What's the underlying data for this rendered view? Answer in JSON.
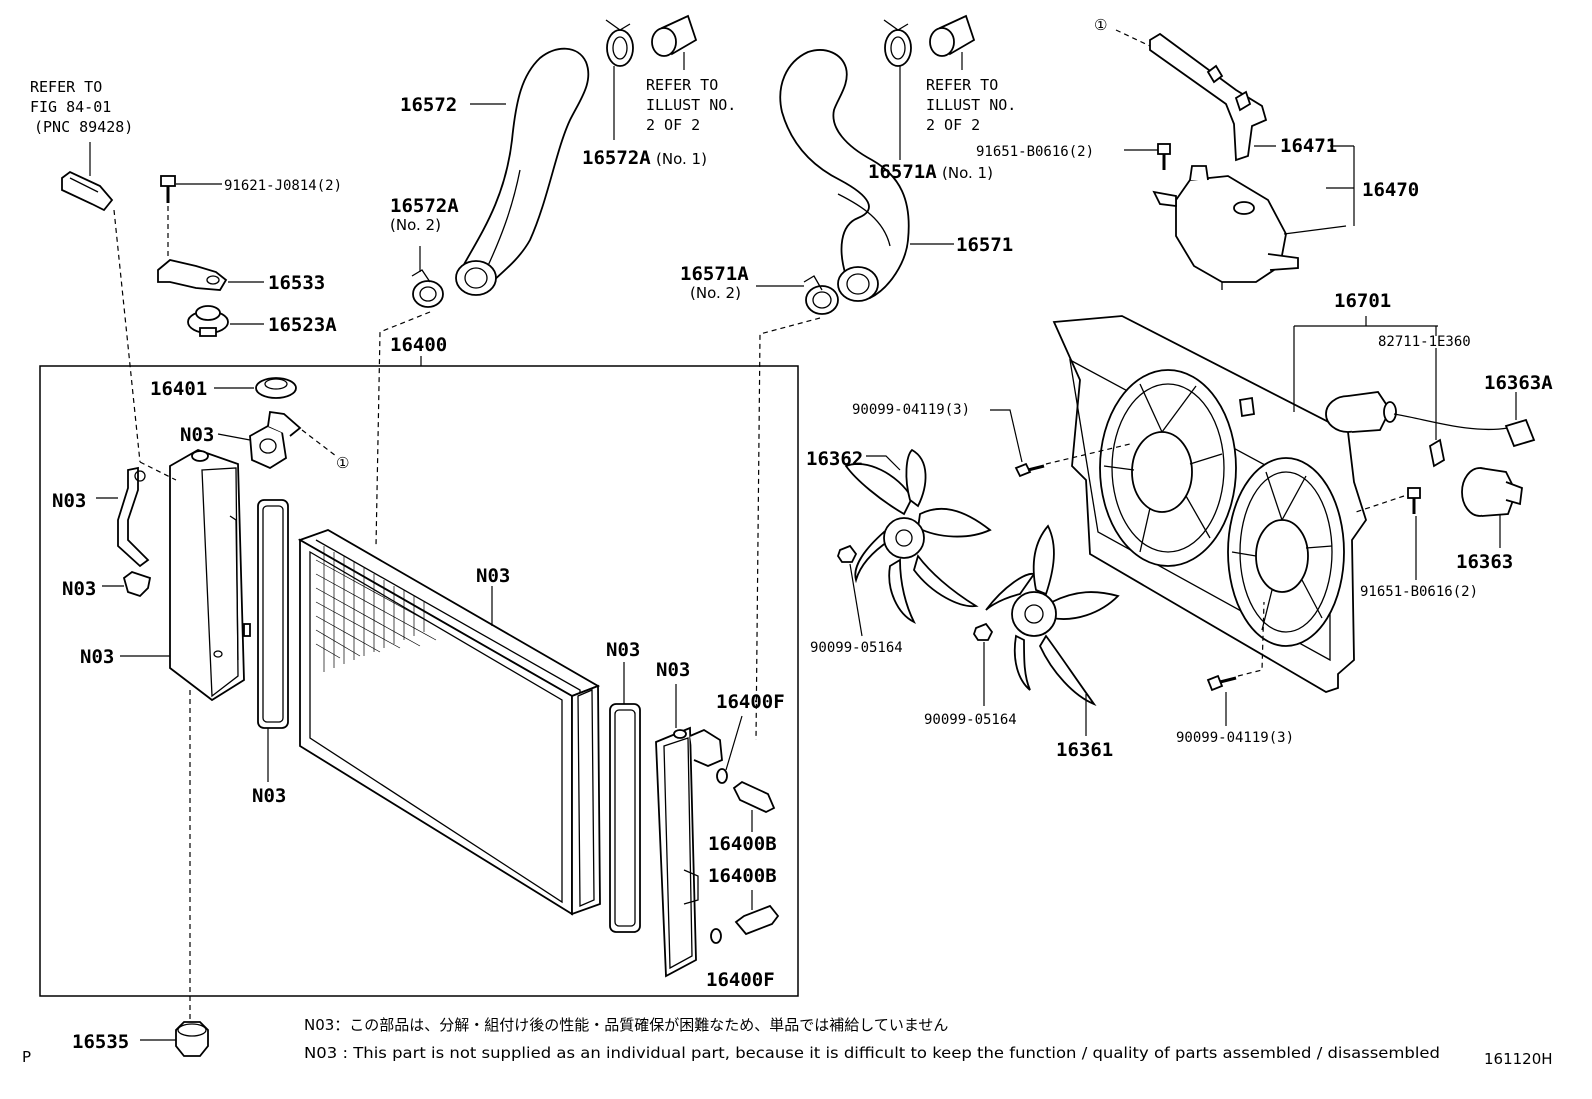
{
  "labels": {
    "refer_fig": [
      "REFER TO",
      "FIG 84-01",
      "(PNC 89428)"
    ],
    "refer_illust_left": [
      "REFER TO",
      "ILLUST NO.",
      "2 OF 2"
    ],
    "refer_illust_right": [
      "REFER TO",
      "ILLUST NO.",
      "2 OF 2"
    ],
    "p16572": "16572",
    "p16572A_1": "16572A",
    "p16572A_1_sub": "(No. 1)",
    "p16572A_2": "16572A",
    "p16572A_2_sub": "(No. 2)",
    "p16571": "16571",
    "p16571A_1": "16571A",
    "p16571A_1_sub": "(No. 1)",
    "p16571A_2": "16571A",
    "p16571A_2_sub": "(No. 2)",
    "p91621": "91621-J0814(2)",
    "p16533": "16533",
    "p16523A": "16523A",
    "p16400": "16400",
    "p16401": "16401",
    "n03": "N03",
    "circle1": "①",
    "p16400F": "16400F",
    "p16400B": "16400B",
    "p16535": "16535",
    "p16471": "16471",
    "p16470": "16470",
    "p91651": "91651-B0616(2)",
    "p16701": "16701",
    "p82711": "82711-1E360",
    "p16363A": "16363A",
    "p16363": "16363",
    "p90099_04119": "90099-04119(3)",
    "p16362": "16362",
    "p16361": "16361",
    "p90099_05164": "90099-05164"
  },
  "footer": {
    "note_jp": "N03：この部品は、分解・組付け後の性能・品質確保が困難なため、単品では補給していません",
    "note_en": "N03 : This part is not supplied as an individual part, because it is difficult to keep the function / quality of parts assembled / disassembled",
    "page_letter": "P",
    "figure_code": "161120H"
  }
}
